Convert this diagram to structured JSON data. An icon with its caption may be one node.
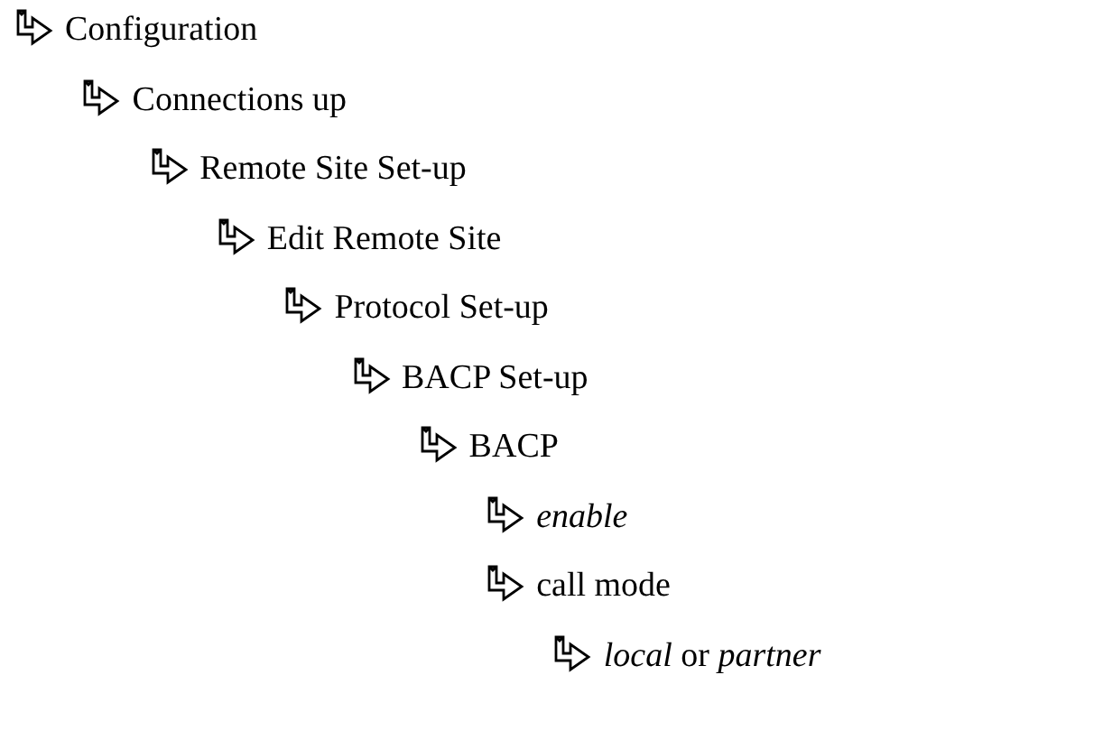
{
  "diagram": {
    "labels": [
      "Configuration",
      "Connections up",
      "Remote Site Set-up",
      "Edit Remote Site",
      "Protocol Set-up",
      "BACP Set-up",
      "BACP",
      "*enable*",
      "call mode",
      "*local* or *partner*"
    ]
  }
}
